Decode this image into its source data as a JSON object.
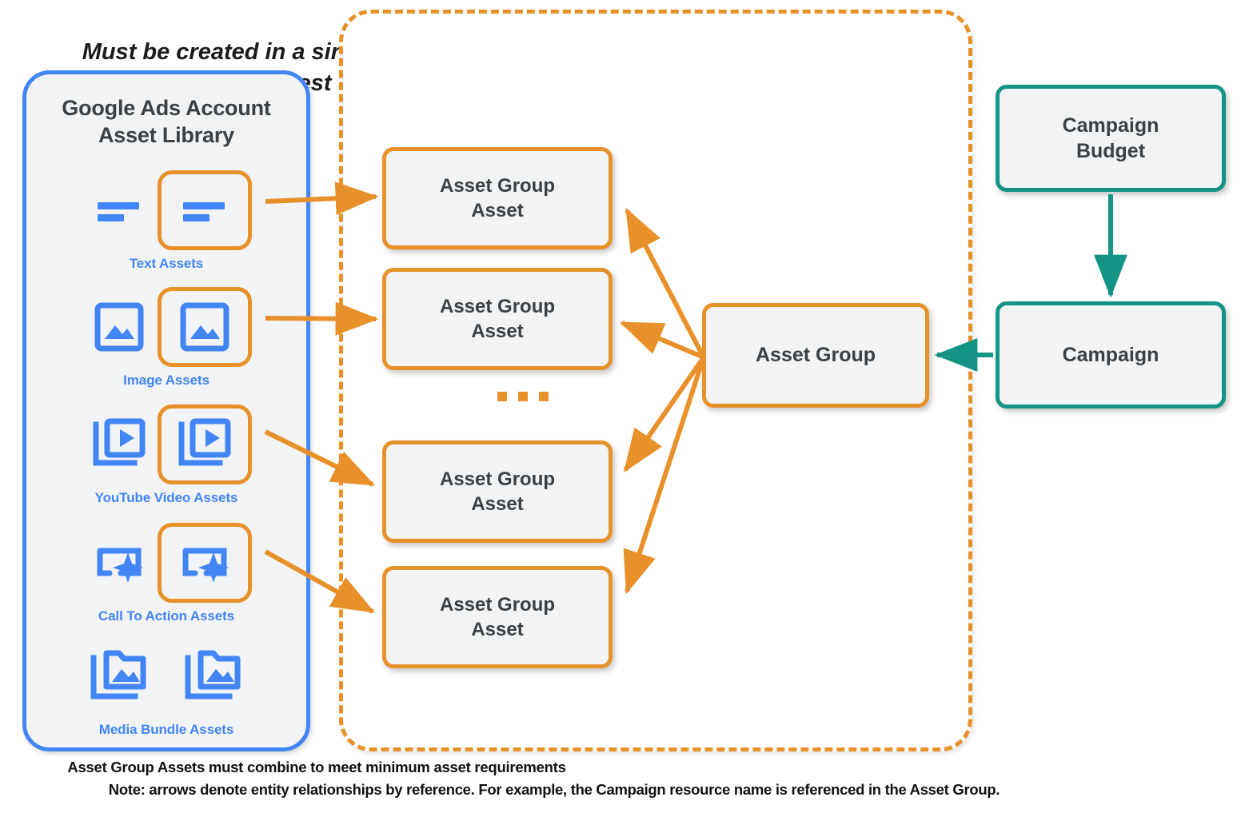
{
  "library": {
    "title": "Google Ads Account\nAsset Library",
    "title_line1": "Google Ads Account",
    "title_line2": "Asset Library",
    "border_color": "#4285F4",
    "fill_color": "#F1F3F4",
    "items": [
      {
        "label": "Text Assets",
        "icon": "text-asset-icon",
        "highlighted": true
      },
      {
        "label": "Image Assets",
        "icon": "image-asset-icon",
        "highlighted": true
      },
      {
        "label": "YouTube Video  Assets",
        "icon": "video-asset-icon",
        "highlighted": true
      },
      {
        "label": "Call To Action Assets",
        "icon": "call-to-action-asset-icon",
        "highlighted": true
      },
      {
        "label": "Media Bundle  Assets",
        "icon": "media-bundle-asset-icon",
        "highlighted": false
      }
    ]
  },
  "mutate_container": {
    "title_line1": "Must be created in a single mutate request",
    "title_line2": "or request will fail",
    "footer": "Asset Group Assets must combine to meet minimum asset requirements",
    "border_color": "#E8912A",
    "border_style": "dashed"
  },
  "nodes": {
    "asset_group_assets": [
      {
        "line1": "Asset Group",
        "line2": "Asset"
      },
      {
        "line1": "Asset Group",
        "line2": "Asset"
      },
      {
        "line1": "Asset Group",
        "line2": "Asset"
      },
      {
        "line1": "Asset Group",
        "line2": "Asset"
      }
    ],
    "ellipsis": "...",
    "asset_group": {
      "label": "Asset Group",
      "color": "#E8912A"
    },
    "campaign_budget": {
      "line1": "Campaign",
      "line2": "Budget",
      "color": "#149484"
    },
    "campaign": {
      "label": "Campaign",
      "color": "#149484"
    }
  },
  "colors": {
    "orange": "#E8912A",
    "teal": "#149484",
    "blue": "#4285F4",
    "node_fill": "#F1F3F4",
    "text_dark": "#3C4043"
  },
  "footer_note": "Note: arrows denote entity relationships by reference. For example, the Campaign resource name is referenced in the Asset Group."
}
